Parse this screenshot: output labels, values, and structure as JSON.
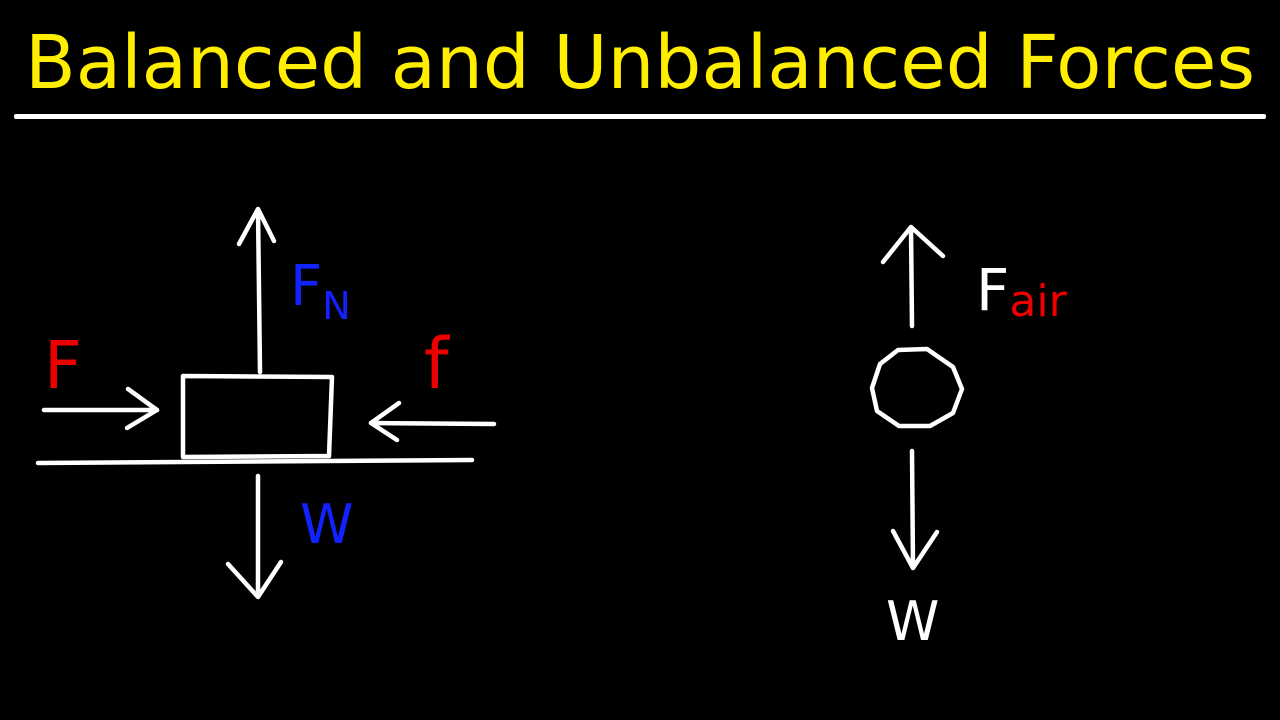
{
  "title": "Balanced and Unbalanced Forces",
  "colors": {
    "title": "#ffee00",
    "stroke": "#ffffff",
    "red": "#ee0000",
    "blue": "#1122ff"
  },
  "left_diagram": {
    "applied_force": "F",
    "normal_force_base": "F",
    "normal_force_sub": "N",
    "friction": "f",
    "weight": "W"
  },
  "right_diagram": {
    "air_force_base": "F",
    "air_force_sub": "air",
    "weight": "W"
  }
}
